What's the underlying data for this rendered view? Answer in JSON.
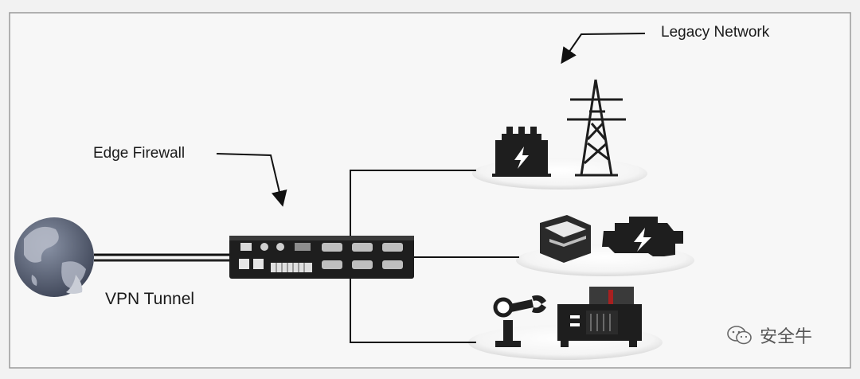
{
  "labels": {
    "legacy_network": "Legacy Network",
    "edge_firewall": "Edge Firewall",
    "vpn_tunnel": "VPN Tunnel"
  },
  "watermark": {
    "text": "安全牛",
    "icon": "wechat-icon"
  },
  "icons": {
    "globe": "globe-icon",
    "firewall": "firewall-device-icon",
    "transformer": "transformer-icon",
    "tower": "transmission-tower-icon",
    "plc": "plc-module-icon",
    "engine": "engine-icon",
    "robot_arm": "robot-arm-icon",
    "generator": "generator-icon"
  },
  "colors": {
    "background": "#f2f2f2",
    "frame_border": "#9a9a9a",
    "line": "#111111",
    "device": "#1e1e1e",
    "platform": "#ffffff"
  }
}
